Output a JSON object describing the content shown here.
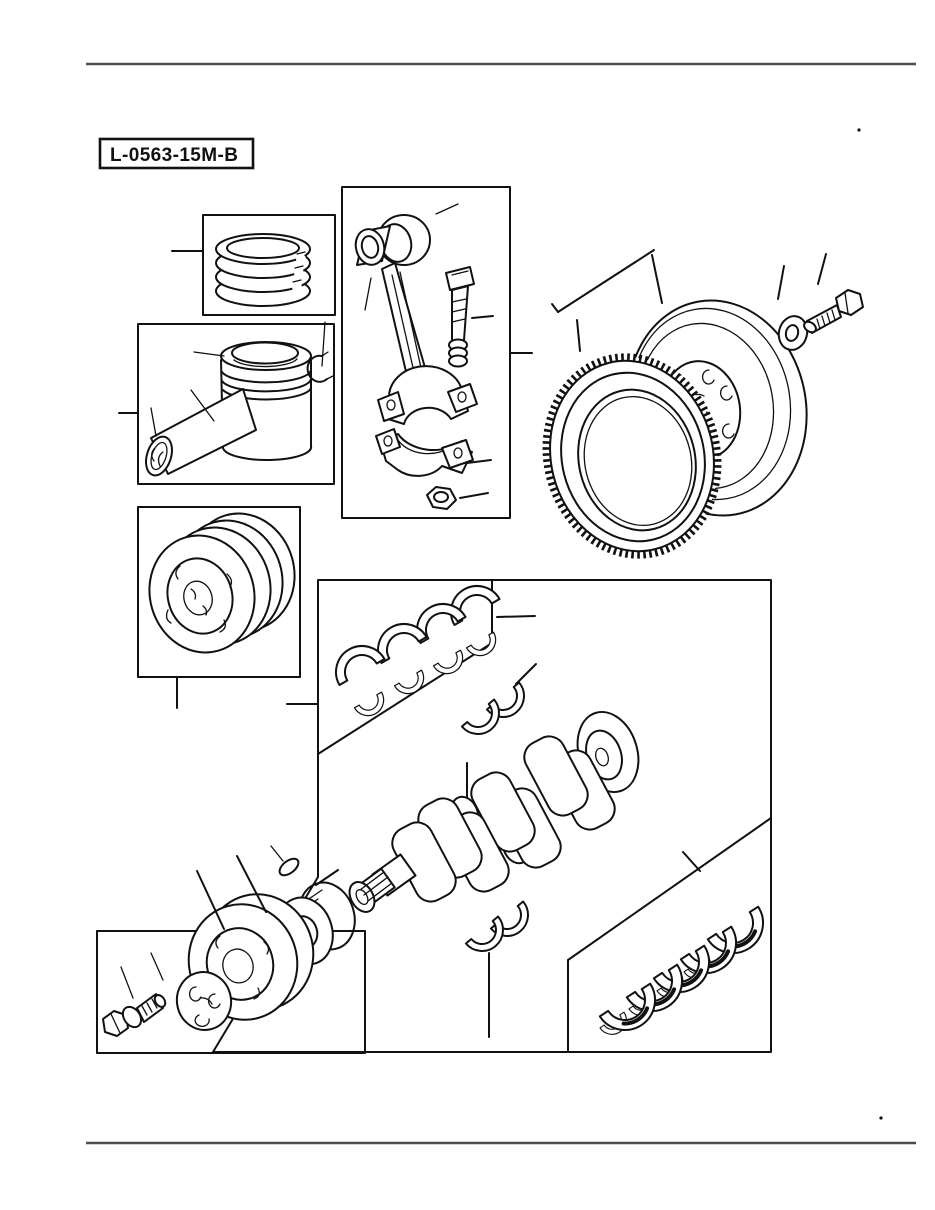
{
  "page": {
    "figure_label": "L-0563-15M-B",
    "colors": {
      "line": "#111111",
      "rule": "#4d4d4d",
      "background": "#ffffff"
    }
  },
  "figure": {
    "type": "exploded-parts-diagram",
    "parts": [
      "piston-rings",
      "piston",
      "piston-pin",
      "pin-snap-ring",
      "connecting-rod",
      "rod-bolt",
      "rod-bearing-cap",
      "rod-nut",
      "flywheel-ring-gear",
      "flywheel",
      "flywheel-washer",
      "flywheel-bolt",
      "crankshaft-pulley",
      "upper-main-bearings",
      "thrust-washers-upper",
      "crankshaft",
      "thrust-washers-lower",
      "lower-main-bearings",
      "crankshaft-gear-pulley",
      "gear-washer-plate",
      "gear-bolt",
      "woodruff-key"
    ]
  }
}
